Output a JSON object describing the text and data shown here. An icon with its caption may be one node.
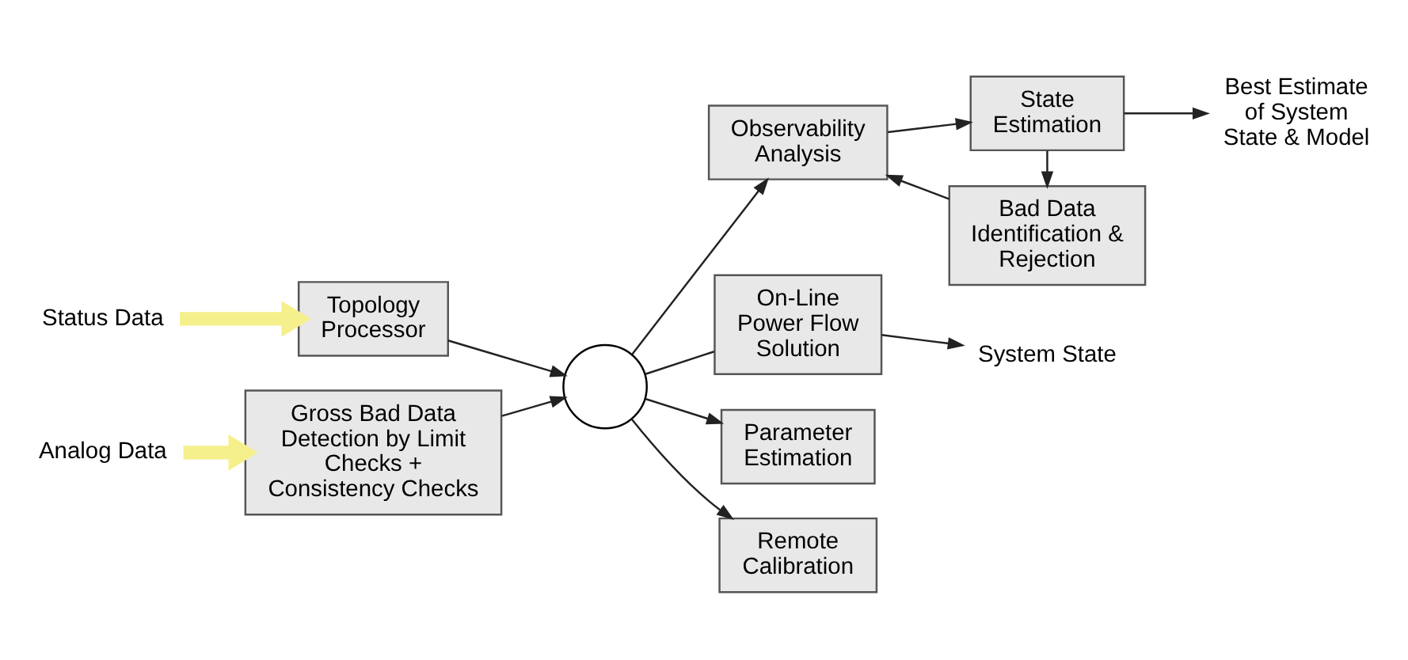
{
  "diagram": {
    "nodes": [
      {
        "text": [
          "Status Data"
        ]
      },
      {
        "text": [
          "Topology Processor"
        ]
      },
      {
        "text": [
          "Analog Data"
        ]
      },
      {
        "text": [
          "Gross Bad Data Detection by Limit Checks + Consistency Checks"
        ]
      },
      {
        "text": [],
        "shape": "circle"
      },
      {
        "text": [
          "Bad Data Identification & Rejection"
        ]
      },
      {
        "text": [
          "Observability Analysis"
        ]
      },
      {
        "text": [
          "State Estimation"
        ]
      },
      {
        "text": [
          "On-Line Power Flow Solution"
        ]
      },
      {
        "text": [
          "Parameter Estimation"
        ]
      },
      {
        "text": [
          "Remote Calibration"
        ]
      },
      {
        "text": [
          "Best Estimate of System State & Model"
        ]
      },
      {
        "text": [
          "System State"
        ]
      }
    ],
    "edges": [
      {
        "from": 0,
        "to": 1,
        "arrow": "to",
        "style": "thick",
        "color": "#f5f08c"
      },
      {
        "from": 2,
        "to": 3,
        "arrow": "to",
        "style": "thick",
        "color": "#f5f08c"
      },
      {
        "from": 1,
        "to": 4,
        "arrow": "to"
      },
      {
        "from": 3,
        "to": 4,
        "arrow": "to"
      },
      {
        "from": 4,
        "to": 6,
        "arrow": "to"
      },
      {
        "from": 4,
        "to": 8,
        "arrow": "none"
      },
      {
        "from": 4,
        "to": 9,
        "arrow": "to"
      },
      {
        "from": 4,
        "to": 10,
        "arrow": "to"
      },
      {
        "from": 6,
        "to": 7,
        "arrow": "to"
      },
      {
        "from": 7,
        "to": 5,
        "arrow": "to"
      },
      {
        "from": 5,
        "to": 6,
        "arrow": "to"
      },
      {
        "from": 7,
        "to": 11,
        "arrow": "to"
      },
      {
        "from": 8,
        "to": 12,
        "arrow": "to"
      }
    ]
  }
}
